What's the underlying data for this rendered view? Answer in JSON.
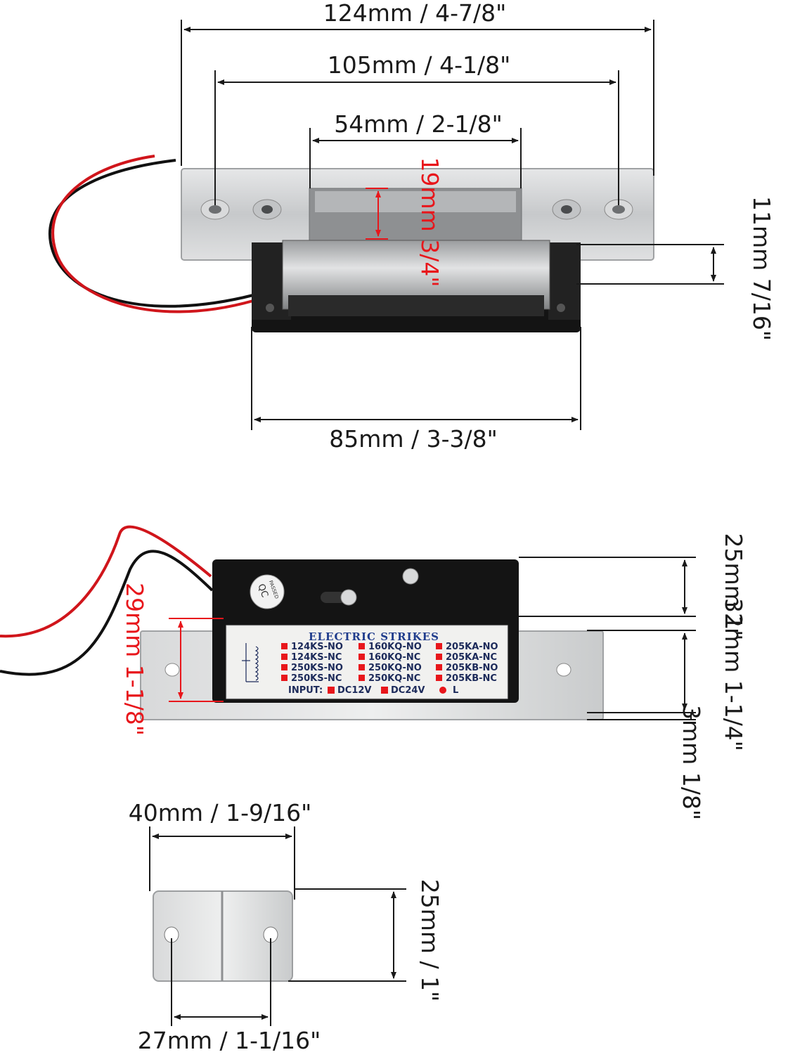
{
  "top_view": {
    "overall_length": "124mm / 4-7/8\"",
    "hole_spacing": "105mm / 4-1/8\"",
    "opening_width": "54mm / 2-1/8\"",
    "keeper_depth": "19mm 3/4\"",
    "faceplate_thickness": "11mm 7/16\"",
    "body_length": "85mm / 3-3/8\""
  },
  "side_view": {
    "body_height": "25mm 1\"",
    "total_height": "32mm 1-1/4\"",
    "plate_thickness": "3mm 1/8\"",
    "plate_height": "29mm 1-1/8\"",
    "qc_line1": "QC",
    "qc_line2": "PASSED",
    "label": {
      "title": "ELECTRIC STRIKES",
      "models_col1": [
        "124KS-NO",
        "124KS-NC",
        "250KS-NO",
        "250KS-NC"
      ],
      "models_col2": [
        "160KQ-NO",
        "160KQ-NC",
        "250KQ-NO",
        "250KQ-NC"
      ],
      "models_col3": [
        "205KA-NO",
        "205KA-NC",
        "205KB-NO",
        "205KB-NC"
      ],
      "input_label": "INPUT:",
      "input_opt1": "DC12V",
      "input_opt2": "DC24V",
      "input_opt3": "L"
    }
  },
  "shim_view": {
    "width": "40mm / 1-9/16\"",
    "height": "25mm / 1\"",
    "hole_spacing": "27mm / 1-1/16\""
  },
  "colors": {
    "dimension_text": "#1a1a1a",
    "highlight": "#e8161b",
    "steel": "#cfd1d3",
    "body": "#141414"
  }
}
